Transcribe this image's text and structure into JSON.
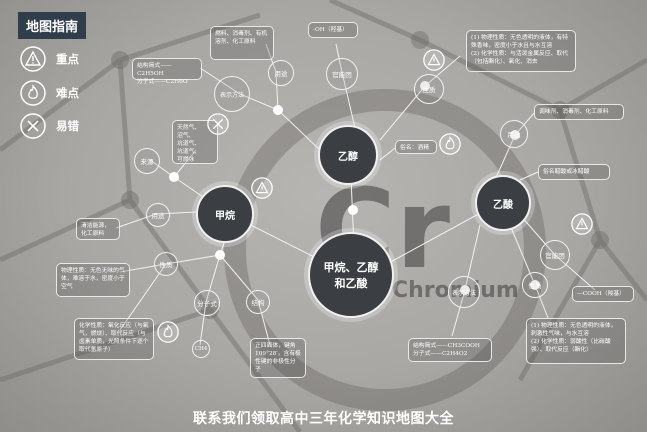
{
  "legend": {
    "title": "地图指南",
    "items": [
      {
        "label": "重点",
        "icon": "warning-triangle-icon"
      },
      {
        "label": "难点",
        "icon": "flame-icon"
      },
      {
        "label": "易错",
        "icon": "cross-icon"
      }
    ]
  },
  "watermark": {
    "symbol": "Cr",
    "word": "Chromium"
  },
  "hubs": {
    "center": "甲烷、乙醇\n和乙酸",
    "methane": "甲烷",
    "ethanol": "乙醇",
    "acetic": "乙酸"
  },
  "methane": {
    "source_label": "来源",
    "source_text": "天然气、\n沼气、\n坑道气、\n坑道气、\n可燃冰",
    "use_label": "用途",
    "use_text": "清洁能源，\n化工原料",
    "prop_label": "性质",
    "prop_physical": "物理性质：无色无味的气体，难溶于水，密度小于空气",
    "prop_chemical": "化学性质：氧化反应（与氧气，燃烧）、取代反应（与卤素单质，光照条件下逐个取代氢原子）",
    "formula_label": "分子式",
    "formula_value": "CH4",
    "structure_label": "结构",
    "structure_text": "正四面体，键角109°28′，含有极性键的非极性分子"
  },
  "ethanol": {
    "use_label": "用途",
    "use_text": "燃料、消毒剂、有机溶剂、化工原料",
    "repr_label": "表示方法",
    "repr_text": "结构简式——C2H5OH\n分子式——C2H6O",
    "group_label": "官能团",
    "group_text": "-OH（羟基）",
    "prop_label": "性质",
    "prop_text": "(1) 物理性质：无色透明的液体，有特殊香味，密度小于水且与水互溶\n(2) 化学性质：与活泼金属反应、取代（包括酯化）、氧化、消去",
    "alias_text": "俗名：酒精"
  },
  "acetic": {
    "use_label": "用途",
    "use_text": "调味剂、消毒剂、化工原料",
    "alias_text": "俗名醋酸或冰醋酸",
    "group_label": "官能团",
    "group_text": "—COOH（羧基）",
    "prop_label": "性质",
    "prop_text": "(1) 物理性质：无色透明的液体，刺激性气味，与水互溶\n(2) 化学性质：弱酸性（比碳酸强）、取代反应（酯化）",
    "repr_label": "表示方法",
    "repr_text": "结构简式——CH3COOH\n分子式——C2H4O2"
  },
  "footer": "联系我们领取高中三年化学知识地图大全"
}
